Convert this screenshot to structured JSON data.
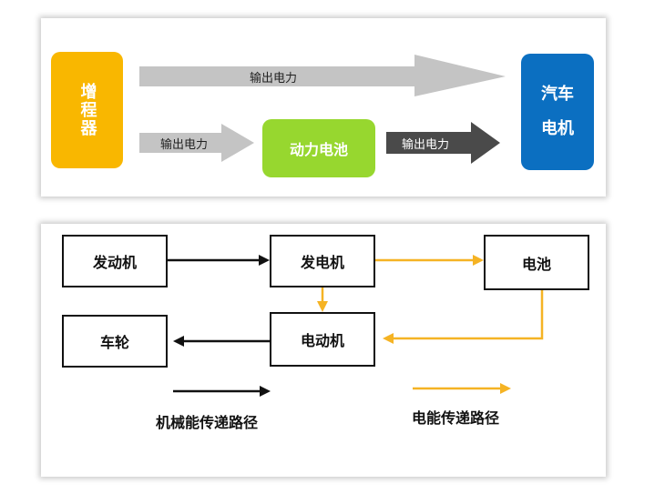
{
  "top": {
    "range_extender": "增程器",
    "battery": "动力电池",
    "motor_line1": "汽车",
    "motor_line2": "电机",
    "arrow_long": "输出电力",
    "arrow_to_battery": "输出电力",
    "arrow_to_motor": "输出电力"
  },
  "bottom": {
    "engine": "发动机",
    "generator": "发电机",
    "battery": "电池",
    "motor": "电动机",
    "wheel": "车轮",
    "legend_mechanical": "机械能传递路径",
    "legend_electrical": "电能传递路径"
  },
  "colors": {
    "range_extender": "#f9b700",
    "battery_pack": "#97d72f",
    "motor_box": "#0b6fc1",
    "gray_arrow": "#c4c4c4",
    "dark_arrow": "#4a4a4a",
    "electric_path": "#f5b324",
    "mechanical_path": "#111111"
  }
}
